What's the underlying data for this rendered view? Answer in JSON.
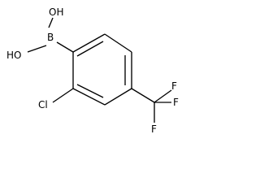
{
  "atoms": {
    "oh_top": "OH",
    "oh_left": "HO",
    "boron": "B",
    "chlorine": "Cl",
    "fluorine_top": "F",
    "fluorine_right": "F",
    "fluorine_bottom": "F"
  }
}
